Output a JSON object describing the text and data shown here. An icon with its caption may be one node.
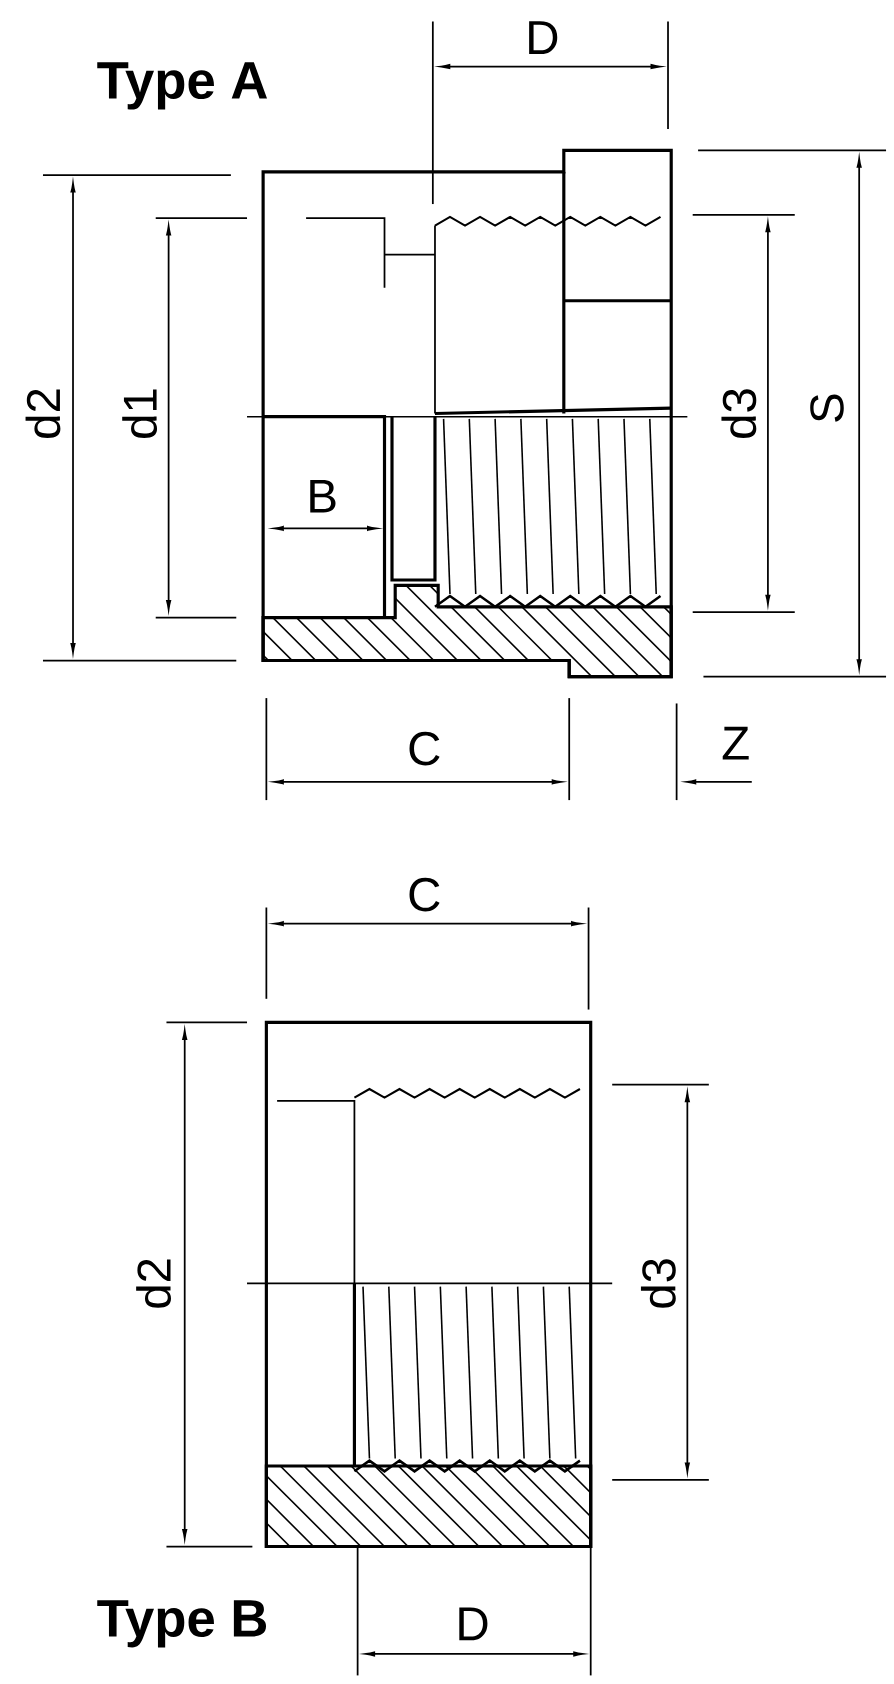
{
  "diagram": {
    "labels": [
      "Type A",
      "D",
      "d2",
      "d1",
      "B",
      "d3",
      "S",
      "C",
      "Z",
      "C",
      "d2",
      "d3",
      "Type B",
      "D"
    ]
  }
}
